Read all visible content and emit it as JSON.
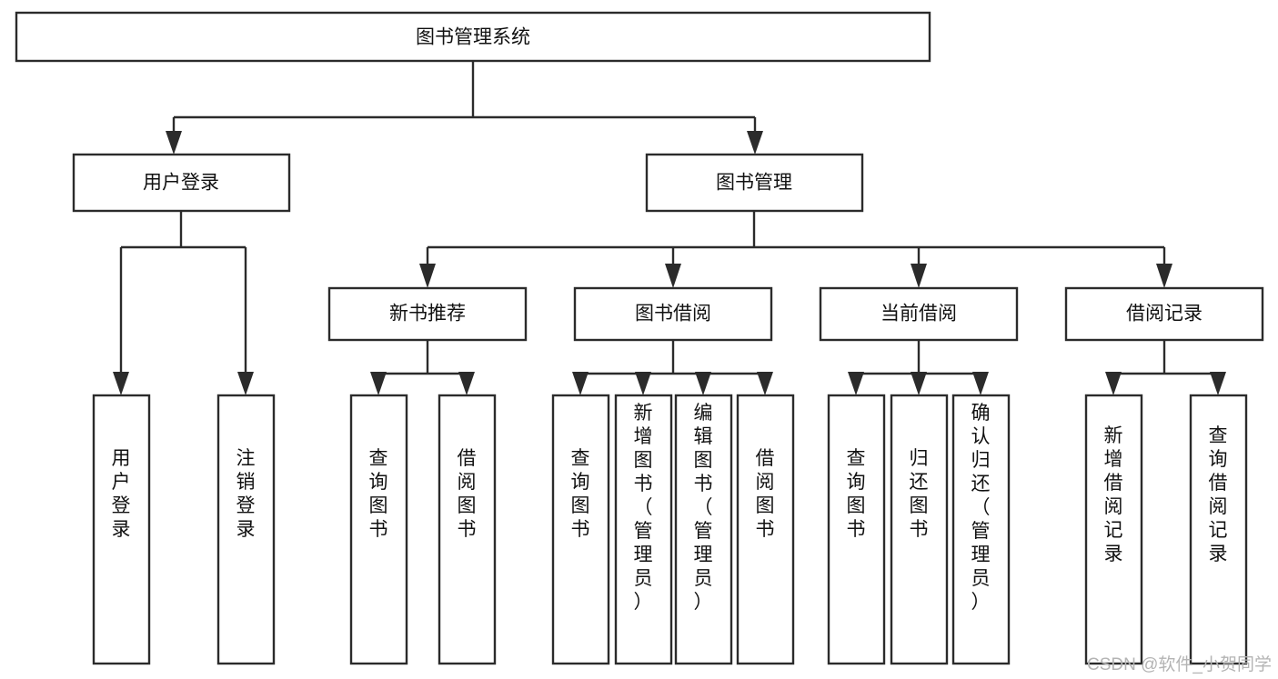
{
  "diagram": {
    "type": "tree-hierarchy",
    "title": "图书管理系统",
    "root": {
      "id": "root",
      "label": "图书管理系统",
      "orientation": "horizontal"
    },
    "level2": [
      {
        "id": "user-login",
        "label": "用户登录",
        "orientation": "horizontal"
      },
      {
        "id": "book-manage",
        "label": "图书管理",
        "orientation": "horizontal"
      }
    ],
    "level3": [
      {
        "id": "new-book-recommend",
        "label": "新书推荐",
        "orientation": "horizontal",
        "parent": "book-manage"
      },
      {
        "id": "book-borrow",
        "label": "图书借阅",
        "orientation": "horizontal",
        "parent": "book-manage"
      },
      {
        "id": "current-borrow",
        "label": "当前借阅",
        "orientation": "horizontal",
        "parent": "book-manage"
      },
      {
        "id": "borrow-record",
        "label": "借阅记录",
        "orientation": "horizontal",
        "parent": "book-manage"
      }
    ],
    "leaves": [
      {
        "id": "leaf-user-login",
        "label": "用户登录",
        "orientation": "vertical",
        "parent": "user-login"
      },
      {
        "id": "leaf-user-logout",
        "label": "注销登录",
        "orientation": "vertical",
        "parent": "user-login"
      },
      {
        "id": "leaf-query-book-1",
        "label": "查询图书",
        "orientation": "vertical",
        "parent": "new-book-recommend"
      },
      {
        "id": "leaf-borrow-book-1",
        "label": "借阅图书",
        "orientation": "vertical",
        "parent": "new-book-recommend"
      },
      {
        "id": "leaf-query-book-2",
        "label": "查询图书",
        "orientation": "vertical",
        "parent": "book-borrow"
      },
      {
        "id": "leaf-add-book",
        "label": "新增图书（管理员）",
        "orientation": "vertical",
        "parent": "book-borrow"
      },
      {
        "id": "leaf-edit-book",
        "label": "编辑图书（管理员）",
        "orientation": "vertical",
        "parent": "book-borrow"
      },
      {
        "id": "leaf-borrow-book-2",
        "label": "借阅图书",
        "orientation": "vertical",
        "parent": "book-borrow"
      },
      {
        "id": "leaf-query-book-3",
        "label": "查询图书",
        "orientation": "vertical",
        "parent": "current-borrow"
      },
      {
        "id": "leaf-return-book",
        "label": "归还图书",
        "orientation": "vertical",
        "parent": "current-borrow"
      },
      {
        "id": "leaf-confirm-return",
        "label": "确认归还（管理员）",
        "orientation": "vertical",
        "parent": "current-borrow"
      },
      {
        "id": "leaf-add-record",
        "label": "新增借阅记录",
        "orientation": "vertical",
        "parent": "borrow-record"
      },
      {
        "id": "leaf-query-record",
        "label": "查询借阅记录",
        "orientation": "vertical",
        "parent": "borrow-record"
      }
    ],
    "colors": {
      "box_stroke": "#2b2b2b",
      "box_fill": "#ffffff",
      "text": "#111111",
      "connector": "#2b2b2b",
      "background": "#ffffff",
      "watermark": "#b4b4b4"
    }
  },
  "watermark": {
    "text": "CSDN @软件_小贺同学"
  }
}
